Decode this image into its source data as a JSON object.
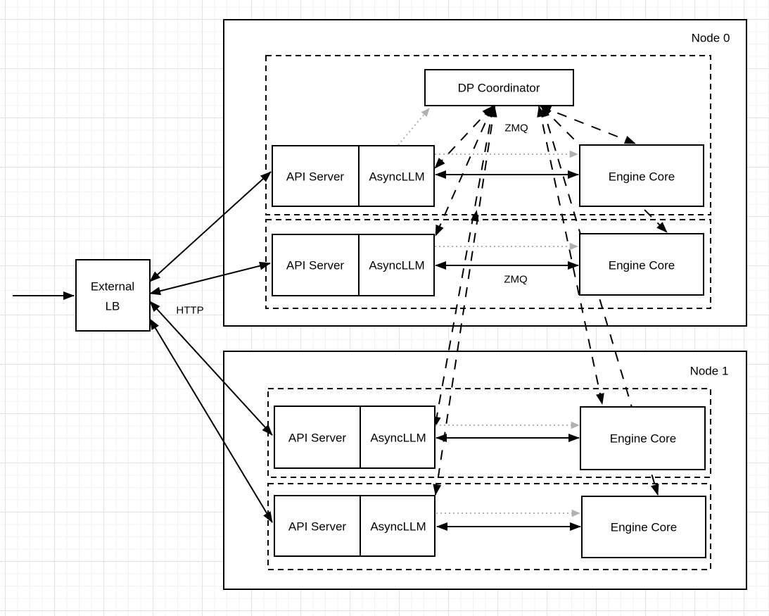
{
  "labels": {
    "node0": "Node 0",
    "node1": "Node 1",
    "external_lb_line1": "External",
    "external_lb_line2": "LB",
    "dp_coordinator": "DP Coordinator",
    "api_server": "API Server",
    "asyncllm": "AsyncLLM",
    "engine_core": "Engine Core",
    "zmq": "ZMQ",
    "http": "HTTP"
  },
  "colors": {
    "stroke": "#000000",
    "gray_dotted": "#b0b0b0",
    "background": "#ffffff",
    "grid_minor": "#f3f3f3",
    "grid_major": "#e2e2e2",
    "box_fill": "#ffffff"
  },
  "structure": {
    "nodes": [
      {
        "name": "Node 0",
        "replicas": [
          {
            "components": [
              "API Server",
              "AsyncLLM",
              "Engine Core"
            ],
            "has_coordinator": true
          },
          {
            "components": [
              "API Server",
              "AsyncLLM",
              "Engine Core"
            ]
          }
        ]
      },
      {
        "name": "Node 1",
        "replicas": [
          {
            "components": [
              "API Server",
              "AsyncLLM",
              "Engine Core"
            ]
          },
          {
            "components": [
              "API Server",
              "AsyncLLM",
              "Engine Core"
            ]
          }
        ]
      }
    ],
    "edges": [
      {
        "from": "external-input",
        "to": "external-lb",
        "style": "solid",
        "direction": "one-way"
      },
      {
        "from": "external-lb",
        "to": "api-server-0",
        "style": "solid",
        "direction": "two-way",
        "label": "HTTP"
      },
      {
        "from": "external-lb",
        "to": "api-server-1",
        "style": "solid",
        "direction": "two-way",
        "label": "HTTP"
      },
      {
        "from": "external-lb",
        "to": "api-server-2",
        "style": "solid",
        "direction": "two-way",
        "label": "HTTP"
      },
      {
        "from": "external-lb",
        "to": "api-server-3",
        "style": "solid",
        "direction": "two-way",
        "label": "HTTP"
      },
      {
        "from": "asyncllm-0",
        "to": "engine-core-0",
        "style": "solid",
        "direction": "two-way",
        "label": "ZMQ"
      },
      {
        "from": "asyncllm-1",
        "to": "engine-core-1",
        "style": "solid",
        "direction": "two-way",
        "label": "ZMQ"
      },
      {
        "from": "asyncllm-2",
        "to": "engine-core-2",
        "style": "solid",
        "direction": "two-way",
        "label": "ZMQ"
      },
      {
        "from": "asyncllm-3",
        "to": "engine-core-3",
        "style": "solid",
        "direction": "two-way",
        "label": "ZMQ"
      },
      {
        "from": "dp-coordinator",
        "to": "asyncllm-0",
        "style": "dashed",
        "direction": "two-way"
      },
      {
        "from": "dp-coordinator",
        "to": "asyncllm-1",
        "style": "dashed",
        "direction": "two-way"
      },
      {
        "from": "dp-coordinator",
        "to": "asyncllm-2",
        "style": "dashed",
        "direction": "two-way"
      },
      {
        "from": "dp-coordinator",
        "to": "asyncllm-3",
        "style": "dashed",
        "direction": "two-way"
      },
      {
        "from": "dp-coordinator",
        "to": "engine-core-0",
        "style": "dashed",
        "direction": "two-way"
      },
      {
        "from": "dp-coordinator",
        "to": "engine-core-1",
        "style": "dashed",
        "direction": "two-way"
      },
      {
        "from": "dp-coordinator",
        "to": "engine-core-2",
        "style": "dashed",
        "direction": "two-way"
      },
      {
        "from": "dp-coordinator",
        "to": "engine-core-3",
        "style": "dashed",
        "direction": "two-way"
      },
      {
        "from": "asyncllm-0",
        "to": "dp-coordinator",
        "style": "dotted-gray",
        "direction": "one-way"
      },
      {
        "from": "asyncllm-0",
        "to": "engine-core-0",
        "style": "dotted-gray",
        "direction": "one-way"
      },
      {
        "from": "asyncllm-1",
        "to": "engine-core-1",
        "style": "dotted-gray",
        "direction": "one-way"
      },
      {
        "from": "asyncllm-2",
        "to": "engine-core-2",
        "style": "dotted-gray",
        "direction": "one-way"
      },
      {
        "from": "asyncllm-3",
        "to": "engine-core-3",
        "style": "dotted-gray",
        "direction": "one-way"
      }
    ]
  }
}
